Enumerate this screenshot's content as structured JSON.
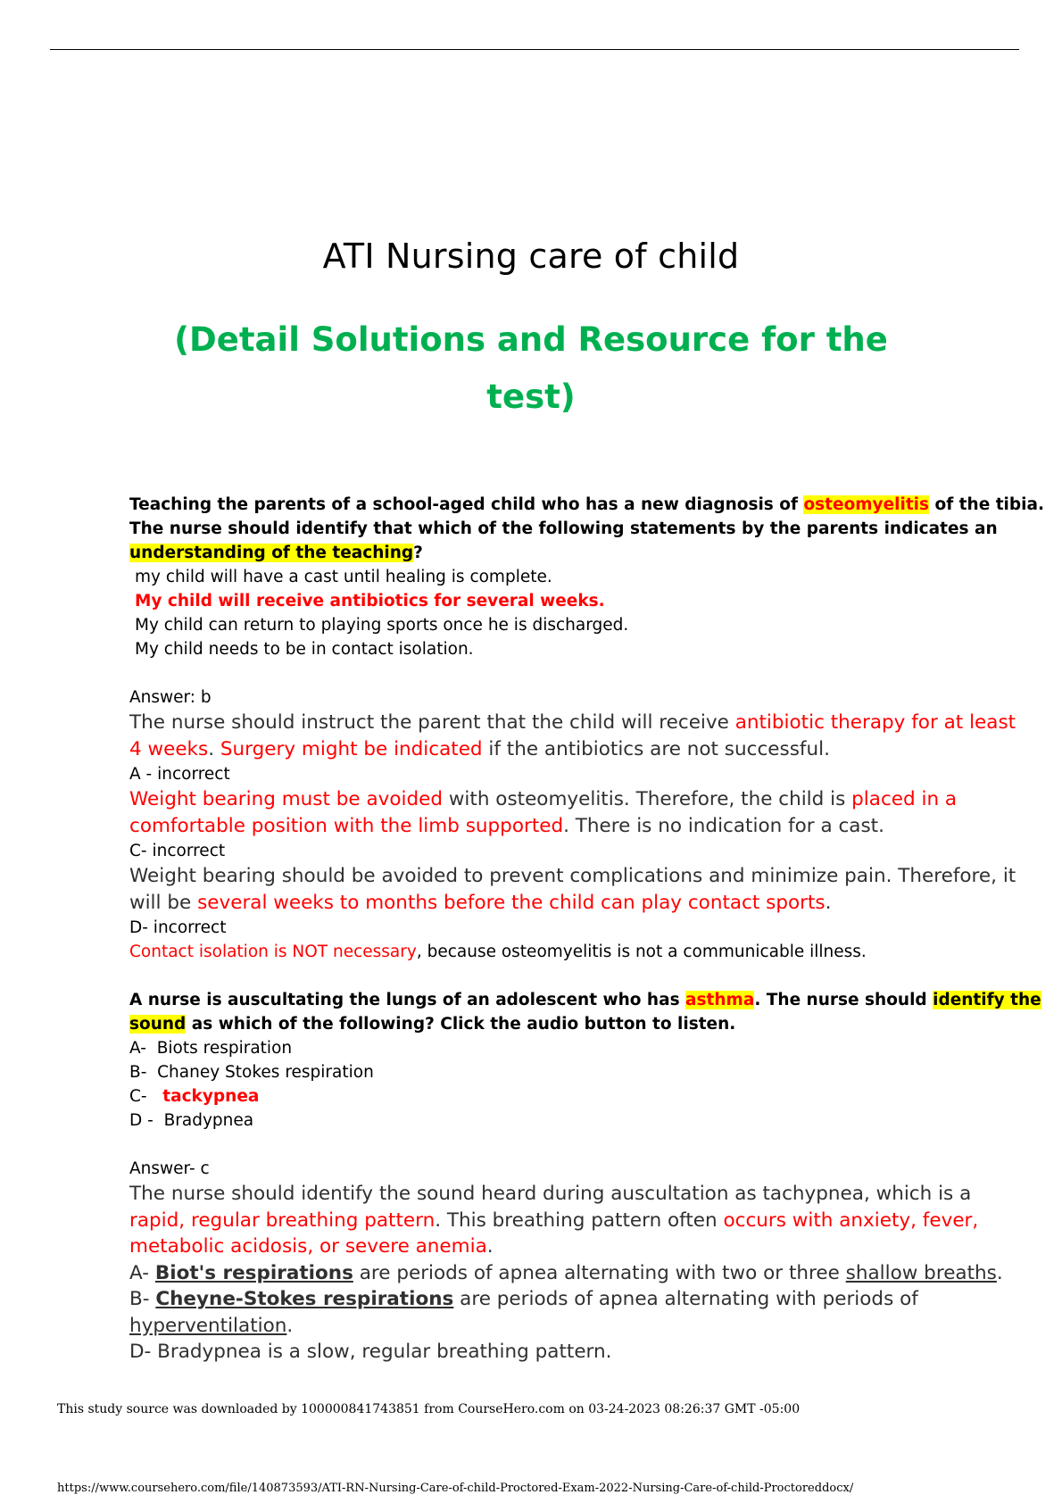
{
  "title": "ATI Nursing care of child",
  "subtitle_line1": "(Detail Solutions and Resource for the",
  "subtitle_line2": "test)",
  "q1": {
    "stem_a": "Teaching the parents of a school-aged child who has a new diagnosis of ",
    "stem_hl1": "osteomyelitis",
    "stem_b": " of the tibia.",
    "stem_line2": "The nurse should identify that which of the following statements by the parents indicates an",
    "stem_hl2": "understanding of the teaching",
    "stem_end": "?",
    "options": [
      "my child will have a cast until healing is complete.",
      "My child will receive antibiotics for several weeks.",
      "My child can return to playing sports once he is discharged.",
      "My child needs to be in contact isolation."
    ],
    "answer": "Answer: b",
    "expl1_a": "The nurse should instruct the parent that the child will receive ",
    "expl1_red": "antibiotic therapy for at least",
    "expl2_red1": "4 weeks",
    "expl2_dot": ". ",
    "expl2_red2": "Surgery might be indicated",
    "expl2_b": " if the antibiotics are not successful.",
    "a_label": "A - incorrect",
    "a1_red": "Weight bearing must be avoided",
    "a1_b": " with osteomyelitis. Therefore, the child is ",
    "a1_red2": "placed in a",
    "a2_red": "comfortable position with the limb supported",
    "a2_b": ". There is no indication for a cast.",
    "c_label": "C- incorrect",
    "c1": "Weight bearing should be avoided to prevent complications and minimize pain. Therefore, it",
    "c2_a": "will be ",
    "c2_red": "several weeks to months before the child can play contact sports",
    "c2_b": ".",
    "d_label": "D- incorrect",
    "d_red": "Contact isolation is NOT necessary",
    "d_b": ", because osteomyelitis is not a communicable illness."
  },
  "q2": {
    "stem_a": "A nurse is auscultating the lungs of an adolescent who has ",
    "stem_hl1": "asthma",
    "stem_b": ". The nurse should ",
    "stem_hl2a": "identify the ",
    "stem_hl2b": "sound",
    "stem_c": " as which of the following? Click the audio button to listen.",
    "options": [
      {
        "letter": "A-",
        "text": "Biots respiration"
      },
      {
        "letter": "B-",
        "text": "Chaney Stokes respiration"
      },
      {
        "letter": "C-",
        "text": "tackypnea"
      },
      {
        "letter": "D -",
        "text": "Bradypnea"
      }
    ],
    "answer": "Answer- c",
    "e1": "The nurse should identify the sound heard during auscultation as tachypnea, which is a",
    "e2_red": "rapid, regular breathing pattern",
    "e2_b": ". This breathing pattern often ",
    "e2_red2": "occurs with anxiety, fever,",
    "e3_red": "metabolic acidosis, or severe anemia",
    "e3_b": ".",
    "a_pre": "A- ",
    "a_bold": "Biot's respirations",
    "a_mid": " are periods of apnea alternating with two or three ",
    "a_u": "shallow breaths",
    "a_end": ".",
    "b_pre": "B- ",
    "b_bold": "Cheyne-Stokes respirations",
    "b_mid": " are periods of apnea alternating with periods of",
    "b_u": "hyperventilation",
    "b_end": ".",
    "d_line": "D- Bradypnea is a slow, regular breathing pattern."
  },
  "footer": {
    "note": "This study source was downloaded by 100000841743851 from CourseHero.com on 03-24-2023 08:26:37 GMT -05:00",
    "url": "https://www.coursehero.com/file/140873593/ATI-RN-Nursing-Care-of-child-Proctored-Exam-2022-Nursing-Care-of-child-Proctoreddocx/"
  },
  "colors": {
    "accent_green": "#00b050",
    "answer_red": "#ff0000",
    "highlight": "#ffff00"
  }
}
